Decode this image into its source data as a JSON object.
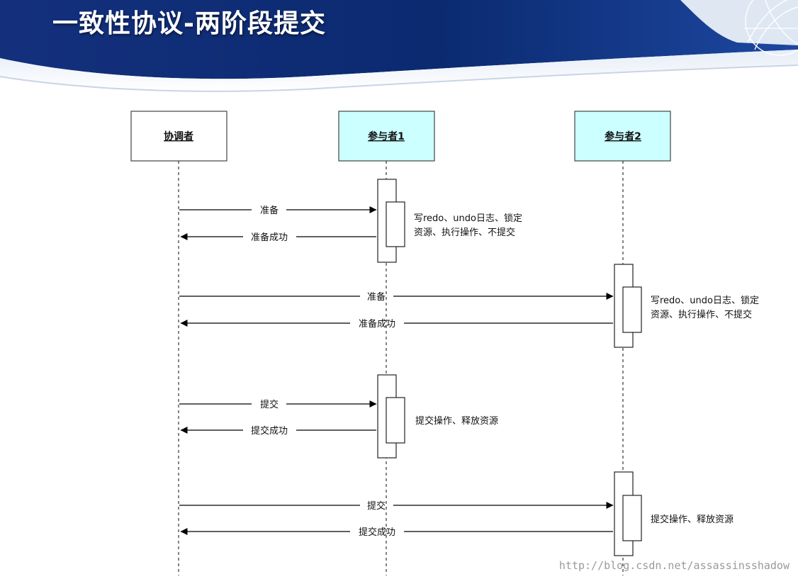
{
  "slide": {
    "title": "一致性协议-两阶段提交"
  },
  "participants": [
    {
      "name": "协调者",
      "fill": "#ffffff"
    },
    {
      "name": "参与者1",
      "fill": "#ccffff"
    },
    {
      "name": "参与者2",
      "fill": "#ccffff"
    }
  ],
  "messages": [
    {
      "label": "准备",
      "from": 0,
      "to": 1
    },
    {
      "label": "准备成功",
      "from": 1,
      "to": 0
    },
    {
      "label": "准备",
      "from": 0,
      "to": 2
    },
    {
      "label": "准备成功",
      "from": 2,
      "to": 0
    },
    {
      "label": "提交",
      "from": 0,
      "to": 1
    },
    {
      "label": "提交成功",
      "from": 1,
      "to": 0
    },
    {
      "label": "提交",
      "from": 0,
      "to": 2
    },
    {
      "label": "提交成功",
      "from": 2,
      "to": 0
    }
  ],
  "notes": [
    {
      "participant": 1,
      "lines": [
        "写redo、undo日志、锁定",
        "资源、执行操作、不提交"
      ]
    },
    {
      "participant": 2,
      "lines": [
        "写redo、undo日志、锁定",
        "资源、执行操作、不提交"
      ]
    },
    {
      "participant": 1,
      "lines": [
        "提交操作、释放资源"
      ]
    },
    {
      "participant": 2,
      "lines": [
        "提交操作、释放资源"
      ]
    }
  ],
  "watermark": "http://blog.csdn.net/assassinsshadow",
  "colors": {
    "header_blue": "#0c2a72",
    "participant_fill": "#ccffff"
  }
}
